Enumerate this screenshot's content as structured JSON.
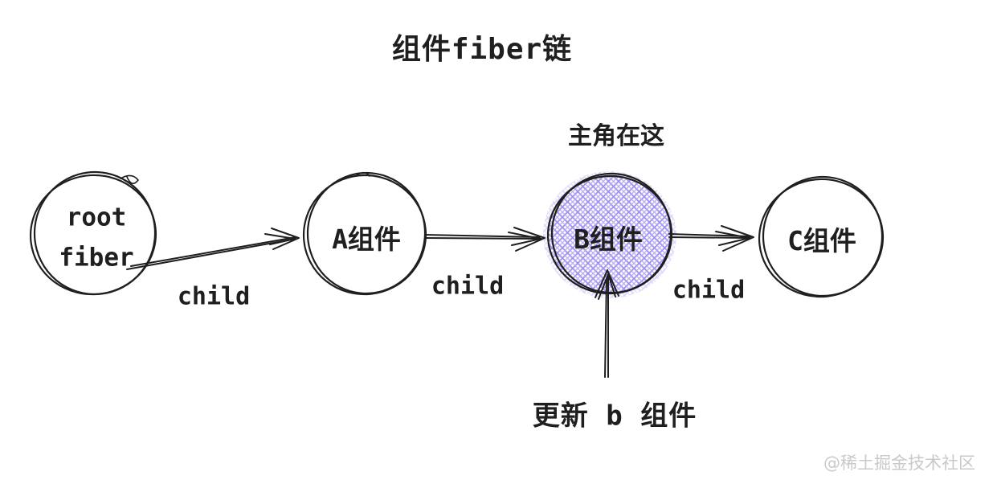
{
  "title": "组件fiber链",
  "annotations": {
    "protagonist": "主角在这",
    "update_action": "更新 b 组件"
  },
  "nodes": [
    {
      "id": "root-fiber",
      "label": "root fiber",
      "line1": "root",
      "line2": "fiber",
      "highlighted": false
    },
    {
      "id": "a-component",
      "label": "A组件",
      "highlighted": false
    },
    {
      "id": "b-component",
      "label": "B组件",
      "highlighted": true
    },
    {
      "id": "c-component",
      "label": "C组件",
      "highlighted": false
    }
  ],
  "edges": [
    {
      "from": "root-fiber",
      "to": "a-component",
      "label": "child"
    },
    {
      "from": "a-component",
      "to": "b-component",
      "label": "child"
    },
    {
      "from": "b-component",
      "to": "c-component",
      "label": "child"
    }
  ],
  "update_arrow": {
    "from": "update_action",
    "to": "b-component"
  },
  "watermark": "@稀土掘金技术社区",
  "colors": {
    "ink": "#1f1f1f",
    "highlight_purple": "#9283ee",
    "highlight_tint": "#d9d3f8",
    "watermark_gray": "#c9c9c9",
    "background": "#ffffff"
  }
}
